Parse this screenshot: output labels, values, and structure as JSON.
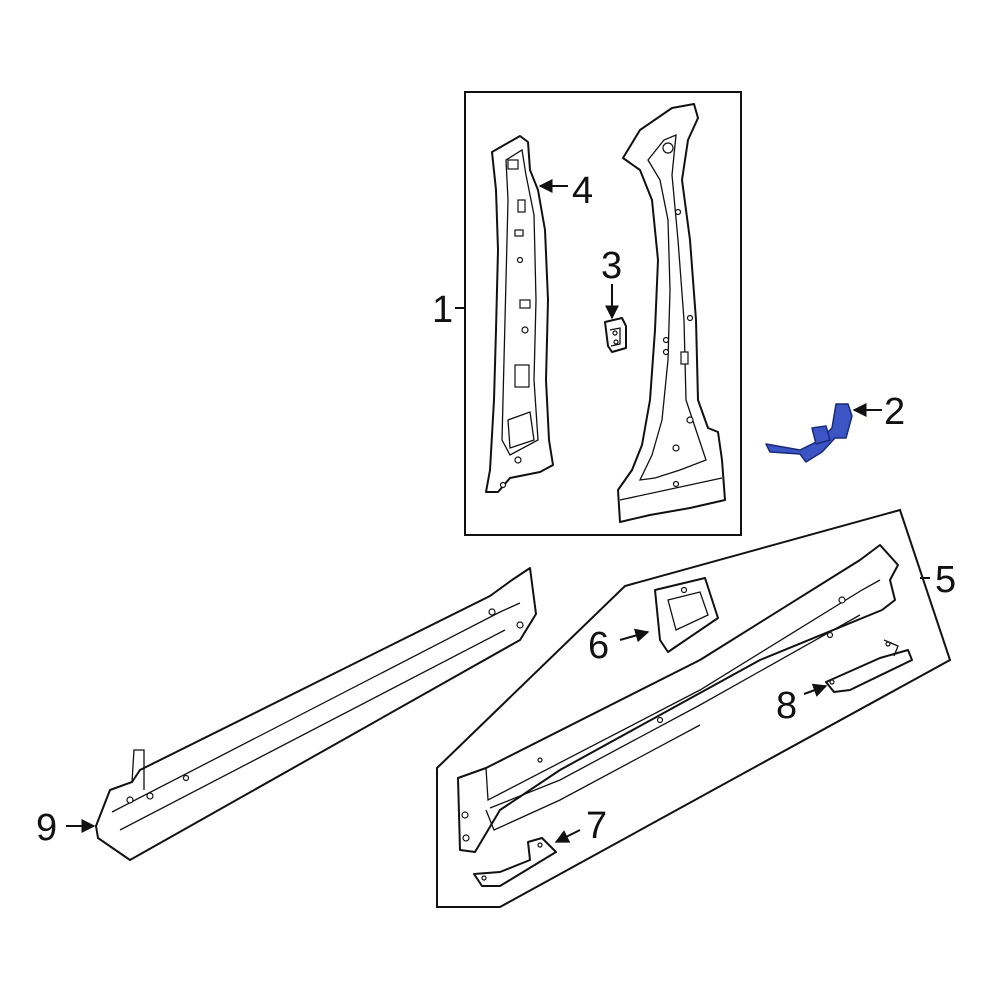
{
  "callouts": {
    "c1": "1",
    "c2": "2",
    "c3": "3",
    "c4": "4",
    "c5": "5",
    "c6": "6",
    "c7": "7",
    "c8": "8",
    "c9": "9"
  },
  "colors": {
    "line": "#111111",
    "highlight_fill": "#3b55c4",
    "highlight_stroke": "#1a2a7a"
  }
}
